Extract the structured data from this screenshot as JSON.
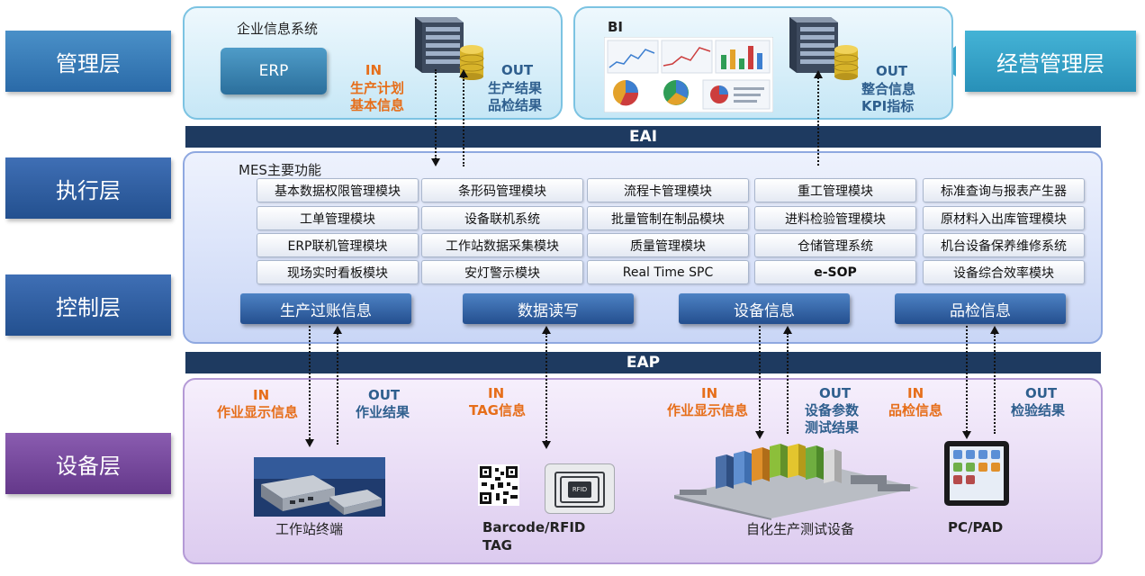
{
  "layers": {
    "management": "管理层",
    "business": "经营管理层",
    "execution": "执行层",
    "control": "控制层",
    "device": "设备层"
  },
  "top_left": {
    "title": "企业信息系统",
    "erp": "ERP",
    "in_label": "IN",
    "in_lines": [
      "生产计划",
      "基本信息"
    ],
    "out_label": "OUT",
    "out_lines": [
      "生产结果",
      "品检结果"
    ]
  },
  "top_right": {
    "title": "BI",
    "out_label": "OUT",
    "out_lines": [
      "整合信息",
      "KPI指标"
    ]
  },
  "bars": {
    "eai": "EAI",
    "eap": "EAP"
  },
  "mes": {
    "title": "MES主要功能",
    "modules": [
      [
        "基本数据权限管理模块",
        "条形码管理模块",
        "流程卡管理模块",
        "重工管理模块",
        "标准查询与报表产生器"
      ],
      [
        "工单管理模块",
        "设备联机系统",
        "批量管制在制品模块",
        "进料检验管理模块",
        "原材料入出库管理模块"
      ],
      [
        "ERP联机管理模块",
        "工作站数据采集模块",
        "质量管理模块",
        "仓储管理系统",
        "机台设备保养维修系统"
      ],
      [
        "现场实时看板模块",
        "安灯警示模块",
        "Real Time SPC",
        "e-SOP",
        "设备综合效率模块"
      ]
    ],
    "info_buttons": [
      "生产过账信息",
      "数据读写",
      "设备信息",
      "品检信息"
    ]
  },
  "device_flows": {
    "workstation": {
      "in_label": "IN",
      "in_text": "作业显示信息",
      "out_label": "OUT",
      "out_text": "作业结果"
    },
    "barcode": {
      "in_label": "IN",
      "in_text": "TAG信息"
    },
    "auto": {
      "in_label": "IN",
      "in_text": "作业显示信息",
      "out_label": "OUT",
      "out_lines": [
        "设备参数",
        "测试结果"
      ]
    },
    "pad": {
      "in_label": "IN",
      "in_text": "品检信息",
      "out_label": "OUT",
      "out_text": "检验结果"
    }
  },
  "devices": {
    "workstation": "工作站终端",
    "barcode_lines": [
      "Barcode/RFID",
      "TAG"
    ],
    "auto": "自化生产测试设备",
    "pad": "PC/PAD",
    "rfid_chip": "RFID"
  },
  "colors": {
    "in": "#e66e1a",
    "out": "#2f5f8e",
    "bar": "#1e3a60",
    "layer_blue": "#2a6aa8",
    "layer_purple": "#64388a",
    "layer_cyan": "#2890b8"
  }
}
